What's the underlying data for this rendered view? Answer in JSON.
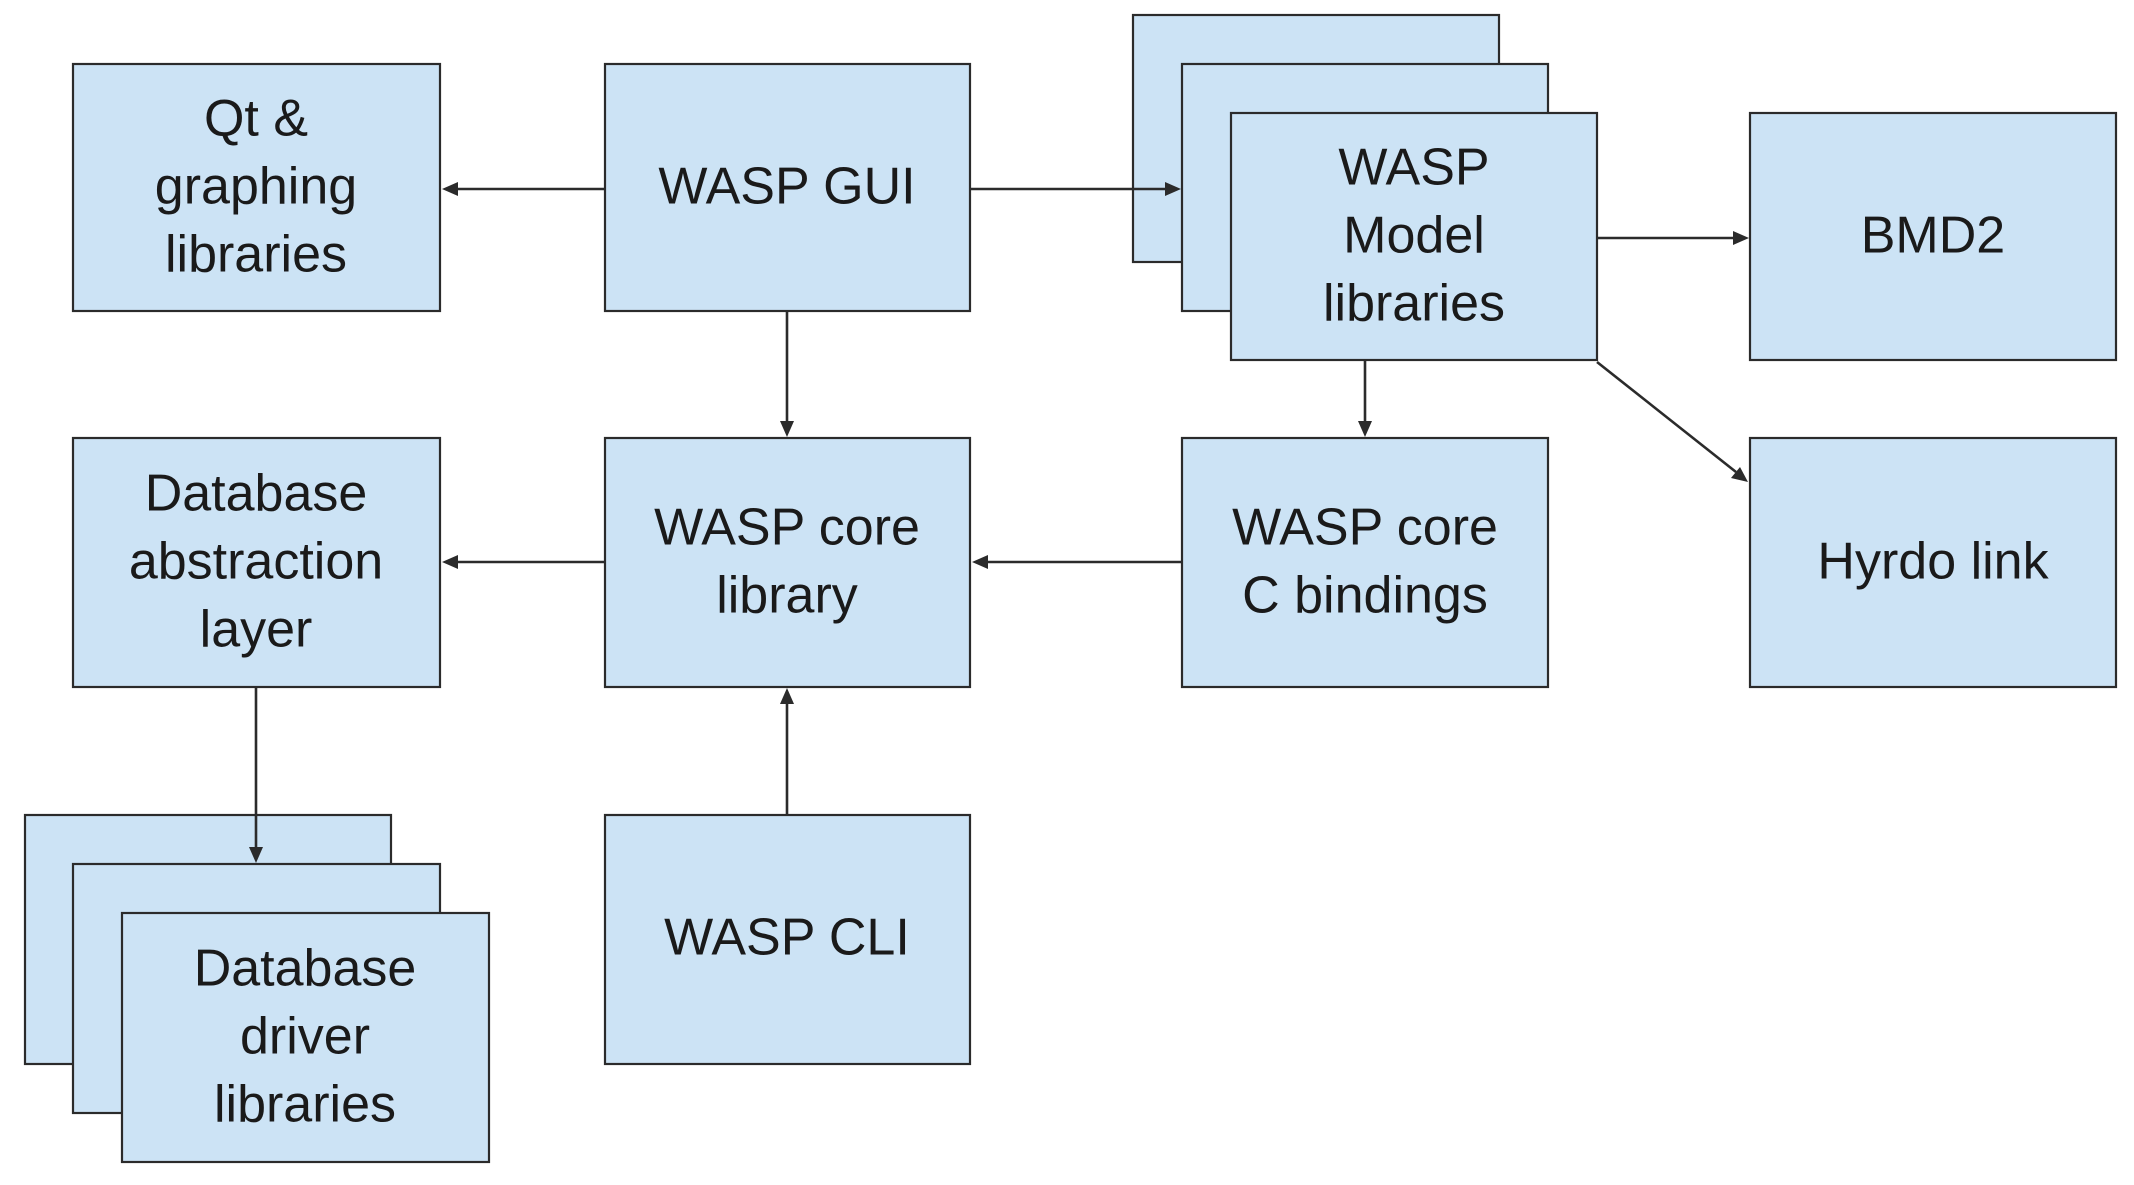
{
  "nodes": {
    "qt_graphing": {
      "lines": [
        "Qt &",
        "graphing",
        "libraries"
      ]
    },
    "wasp_gui": {
      "lines": [
        "WASP GUI"
      ]
    },
    "wasp_model": {
      "lines": [
        "WASP",
        "Model",
        "libraries"
      ]
    },
    "bmd2": {
      "lines": [
        "BMD2"
      ]
    },
    "db_abstraction": {
      "lines": [
        "Database",
        "abstraction",
        "layer"
      ]
    },
    "wasp_core": {
      "lines": [
        "WASP core",
        "library"
      ]
    },
    "wasp_core_c": {
      "lines": [
        "WASP core",
        "C bindings"
      ]
    },
    "hydro_link": {
      "lines": [
        "Hyrdo link"
      ]
    },
    "wasp_cli": {
      "lines": [
        "WASP CLI"
      ]
    },
    "db_drivers": {
      "lines": [
        "Database",
        "driver",
        "libraries"
      ]
    }
  },
  "edges": [
    {
      "from": "WASP GUI",
      "to": "Qt & graphing libraries"
    },
    {
      "from": "WASP GUI",
      "to": "WASP Model libraries"
    },
    {
      "from": "WASP GUI",
      "to": "WASP core library"
    },
    {
      "from": "WASP Model libraries",
      "to": "BMD2"
    },
    {
      "from": "WASP Model libraries",
      "to": "Hyrdo link"
    },
    {
      "from": "WASP Model libraries",
      "to": "WASP core C bindings"
    },
    {
      "from": "WASP core C bindings",
      "to": "WASP core library"
    },
    {
      "from": "WASP core library",
      "to": "Database abstraction layer"
    },
    {
      "from": "WASP CLI",
      "to": "WASP core library"
    },
    {
      "from": "Database abstraction layer",
      "to": "Database driver libraries"
    }
  ],
  "colors": {
    "box_fill": "#cce3f5",
    "box_stroke": "#2b2b2b",
    "arrow": "#2b2b2b"
  }
}
